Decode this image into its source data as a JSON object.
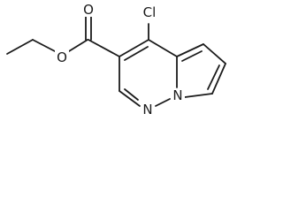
{
  "molecule": {
    "atoms": {
      "chlorine": "Cl",
      "carbonyl_oxygen": "O",
      "ester_oxygen": "O",
      "bridgehead_nitrogen": "N",
      "ring_nitrogen": "N"
    },
    "colors": {
      "bond": "#1a1a1a",
      "background": "#ffffff"
    }
  }
}
